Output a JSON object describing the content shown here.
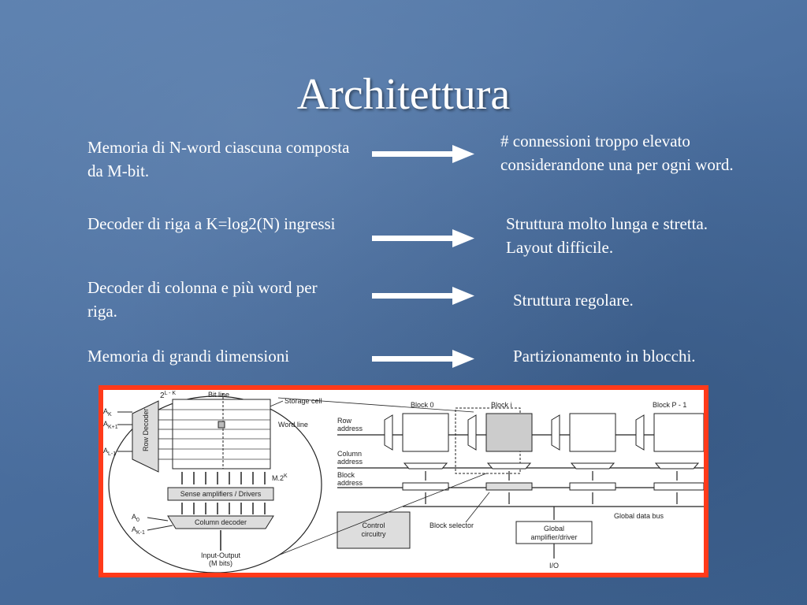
{
  "slide": {
    "title": "Architettura",
    "rows": [
      {
        "left": "Memoria di N-word ciascuna composta da M-bit.",
        "right": "# connessioni troppo elevato considerandone una per ogni word."
      },
      {
        "left": "Decoder di riga a K=log2(N) ingressi",
        "right": "Struttura molto lunga e stretta. Layout difficile."
      },
      {
        "left": "Decoder di colonna e più word per riga.",
        "right": "Struttura regolare."
      },
      {
        "left": "Memoria di grandi dimensioni",
        "right": "Partizionamento in blocchi."
      }
    ]
  },
  "diagram": {
    "lbl_2lk": "2",
    "lbl_2lk_sup": "L - K",
    "bit_line": "Bit line",
    "storage_cell": "Storage cell",
    "word_line": "Word line",
    "row_decoder": "Row Decoder",
    "aK": "A",
    "aK_sub": "K",
    "aK1": "A",
    "aK1_sub": "K+1",
    "aL1": "A",
    "aL1_sub": "L-1",
    "m2k": "M.2",
    "m2k_sup": "K",
    "sense_amp": "Sense amplifiers / Drivers",
    "a0": "A",
    "a0_sub": "0",
    "aKm1": "A",
    "aKm1_sub": "K-1",
    "column_decoder": "Column decoder",
    "io_label": "Input-Output",
    "m_bits": "(M bits)",
    "block0": "Block 0",
    "blocki": "Block i",
    "blockP": "Block P - 1",
    "row_address": [
      "Row",
      "address"
    ],
    "column_address": [
      "Column",
      "address"
    ],
    "block_address": [
      "Block",
      "address"
    ],
    "control": [
      "Control",
      "circuitry"
    ],
    "block_selector": "Block selector",
    "global_amp": [
      "Global",
      "amplifier/driver"
    ],
    "global_bus": "Global data bus",
    "io": "I/O"
  },
  "colors": {
    "frame": "#ff3a1a",
    "background": "#4b6f9f",
    "text": "#ffffff"
  }
}
